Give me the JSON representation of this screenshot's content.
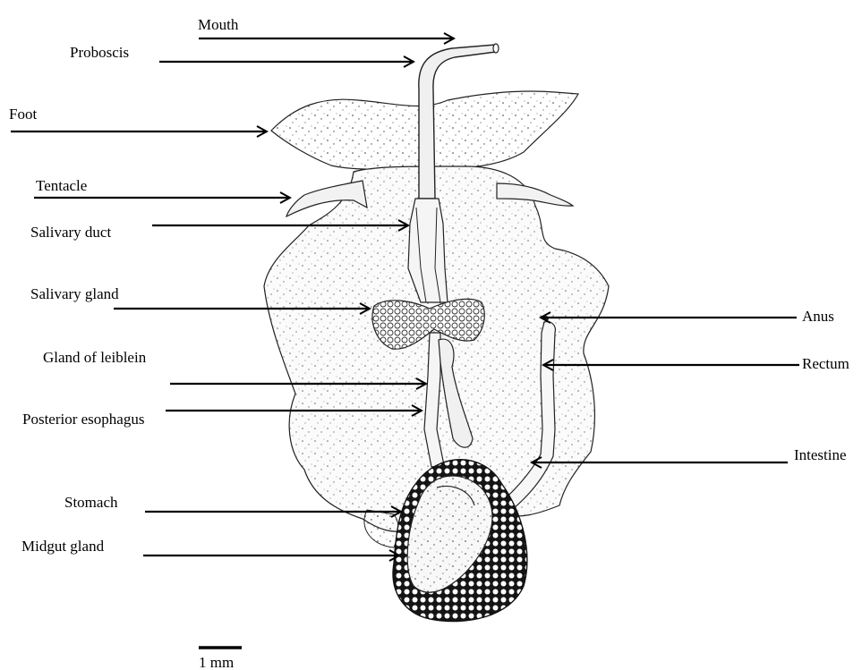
{
  "diagram": {
    "labels": {
      "mouth": "Mouth",
      "proboscis": "Proboscis",
      "foot": "Foot",
      "tentacle": "Tentacle",
      "salivary_duct": "Salivary duct",
      "salivary_gland": "Salivary gland",
      "gland_of_leiblein": "Gland of leiblein",
      "posterior_esophagus": "Posterior esophagus",
      "stomach": "Stomach",
      "midgut_gland": "Midgut gland",
      "anus": "Anus",
      "rectum": "Rectum",
      "intestine": "Intestine"
    },
    "scale_bar": "1 mm"
  },
  "colors": {
    "ink": "#000000",
    "body_fill": "#f7f7f7",
    "stipple": "#2a2a2a",
    "midgut_dark": "#1a1a1a"
  }
}
